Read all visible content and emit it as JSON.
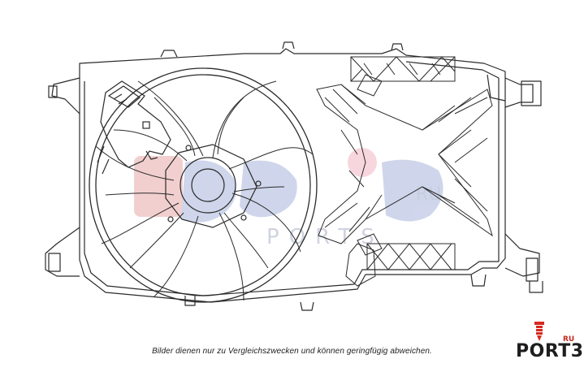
{
  "caption": "Bilder dienen nur zu Vergleichszwecken und können geringfügig abweichen.",
  "watermark": {
    "ru": "RU",
    "ports": "PORTS"
  },
  "logo": {
    "text": "PORT3",
    "ru": "RU"
  },
  "colors": {
    "line": "#2b2b2b",
    "watermark_blue": "#2f4d9a",
    "watermark_red": "#c9281f",
    "logo_red": "#d8281f"
  }
}
